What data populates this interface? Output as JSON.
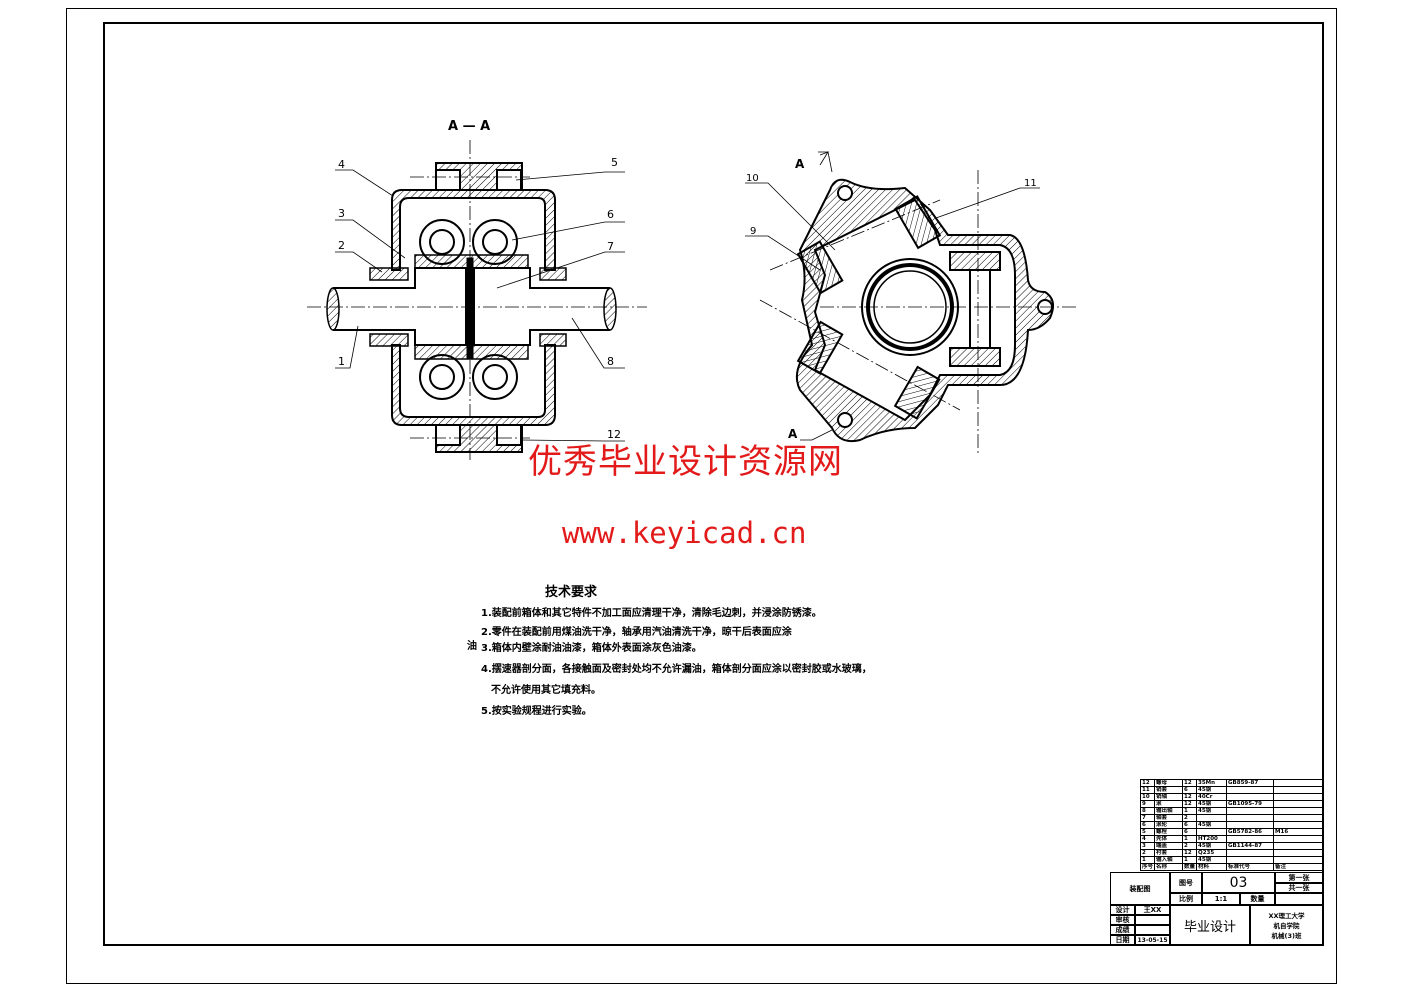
{
  "section_label": "A — A",
  "cut_label_top": "A",
  "cut_label_bottom": "A",
  "callouts": [
    "1",
    "2",
    "3",
    "4",
    "5",
    "6",
    "7",
    "8",
    "9",
    "10",
    "11",
    "12"
  ],
  "watermark": {
    "line1": "优秀毕业设计资源网",
    "line2": "www.keyicad.cn"
  },
  "requirements": {
    "title": "技术要求",
    "items": [
      "1.装配前箱体和其它特件不加工面应清理干净，清除毛边刺，并浸涂防锈漆。",
      "2.零件在装配前用煤油洗干净，轴承用汽油清洗干净，晾干后表面应涂",
      "油",
      "3.箱体内壁涂耐油油漆，箱体外表面涂灰色油漆。",
      "4.摆速器剖分面，各接触面及密封处均不允许漏油，箱体剖分面应涂以密封胶或水玻璃，",
      "不允许使用其它填充料。",
      "5.按实验规程进行实验。"
    ]
  },
  "parts_list": {
    "rows": [
      [
        "12",
        "螺母",
        "12",
        "35Mn",
        "GB859-87",
        ""
      ],
      [
        "11",
        "销套",
        "6",
        "45钢",
        "",
        ""
      ],
      [
        "10",
        "销轴",
        "12",
        "40Cr",
        "",
        ""
      ],
      [
        "9",
        "滚",
        "12",
        "45钢",
        "GB1095-79",
        ""
      ],
      [
        "8",
        "输出轴",
        "1",
        "45钢",
        "",
        ""
      ],
      [
        "7",
        "轴套",
        "2",
        "",
        "",
        ""
      ],
      [
        "6",
        "滚轮",
        "6",
        "45钢",
        "",
        ""
      ],
      [
        "5",
        "螺栓",
        "6",
        "",
        "GB5782-86",
        "M16"
      ],
      [
        "4",
        "壳体",
        "1",
        "HT200",
        "",
        ""
      ],
      [
        "3",
        "端盖",
        "2",
        "45钢",
        "GB1144-87",
        ""
      ],
      [
        "2",
        "衬套",
        "12",
        "Q235",
        "",
        ""
      ],
      [
        "1",
        "输入轴",
        "1",
        "45钢",
        "",
        ""
      ]
    ],
    "header": [
      "序号",
      "名称",
      "数量",
      "材料",
      "标准代号",
      "备注"
    ]
  },
  "title_block": {
    "drawing_type": "装配图",
    "drawing_no_label": "图号",
    "drawing_no": "03",
    "scale_label": "比例",
    "scale": "1:1",
    "qty_label": "数量",
    "sheet": "第一张",
    "total": "共一张",
    "designer_label": "设计",
    "designer": "王XX",
    "reviewer_label": "审核",
    "grade_label": "成绩",
    "date_label": "日期",
    "date": "13-05-15",
    "project": "毕业设计",
    "school": "XX理工大学",
    "college": "机自学院",
    "class": "机械(3)班"
  }
}
